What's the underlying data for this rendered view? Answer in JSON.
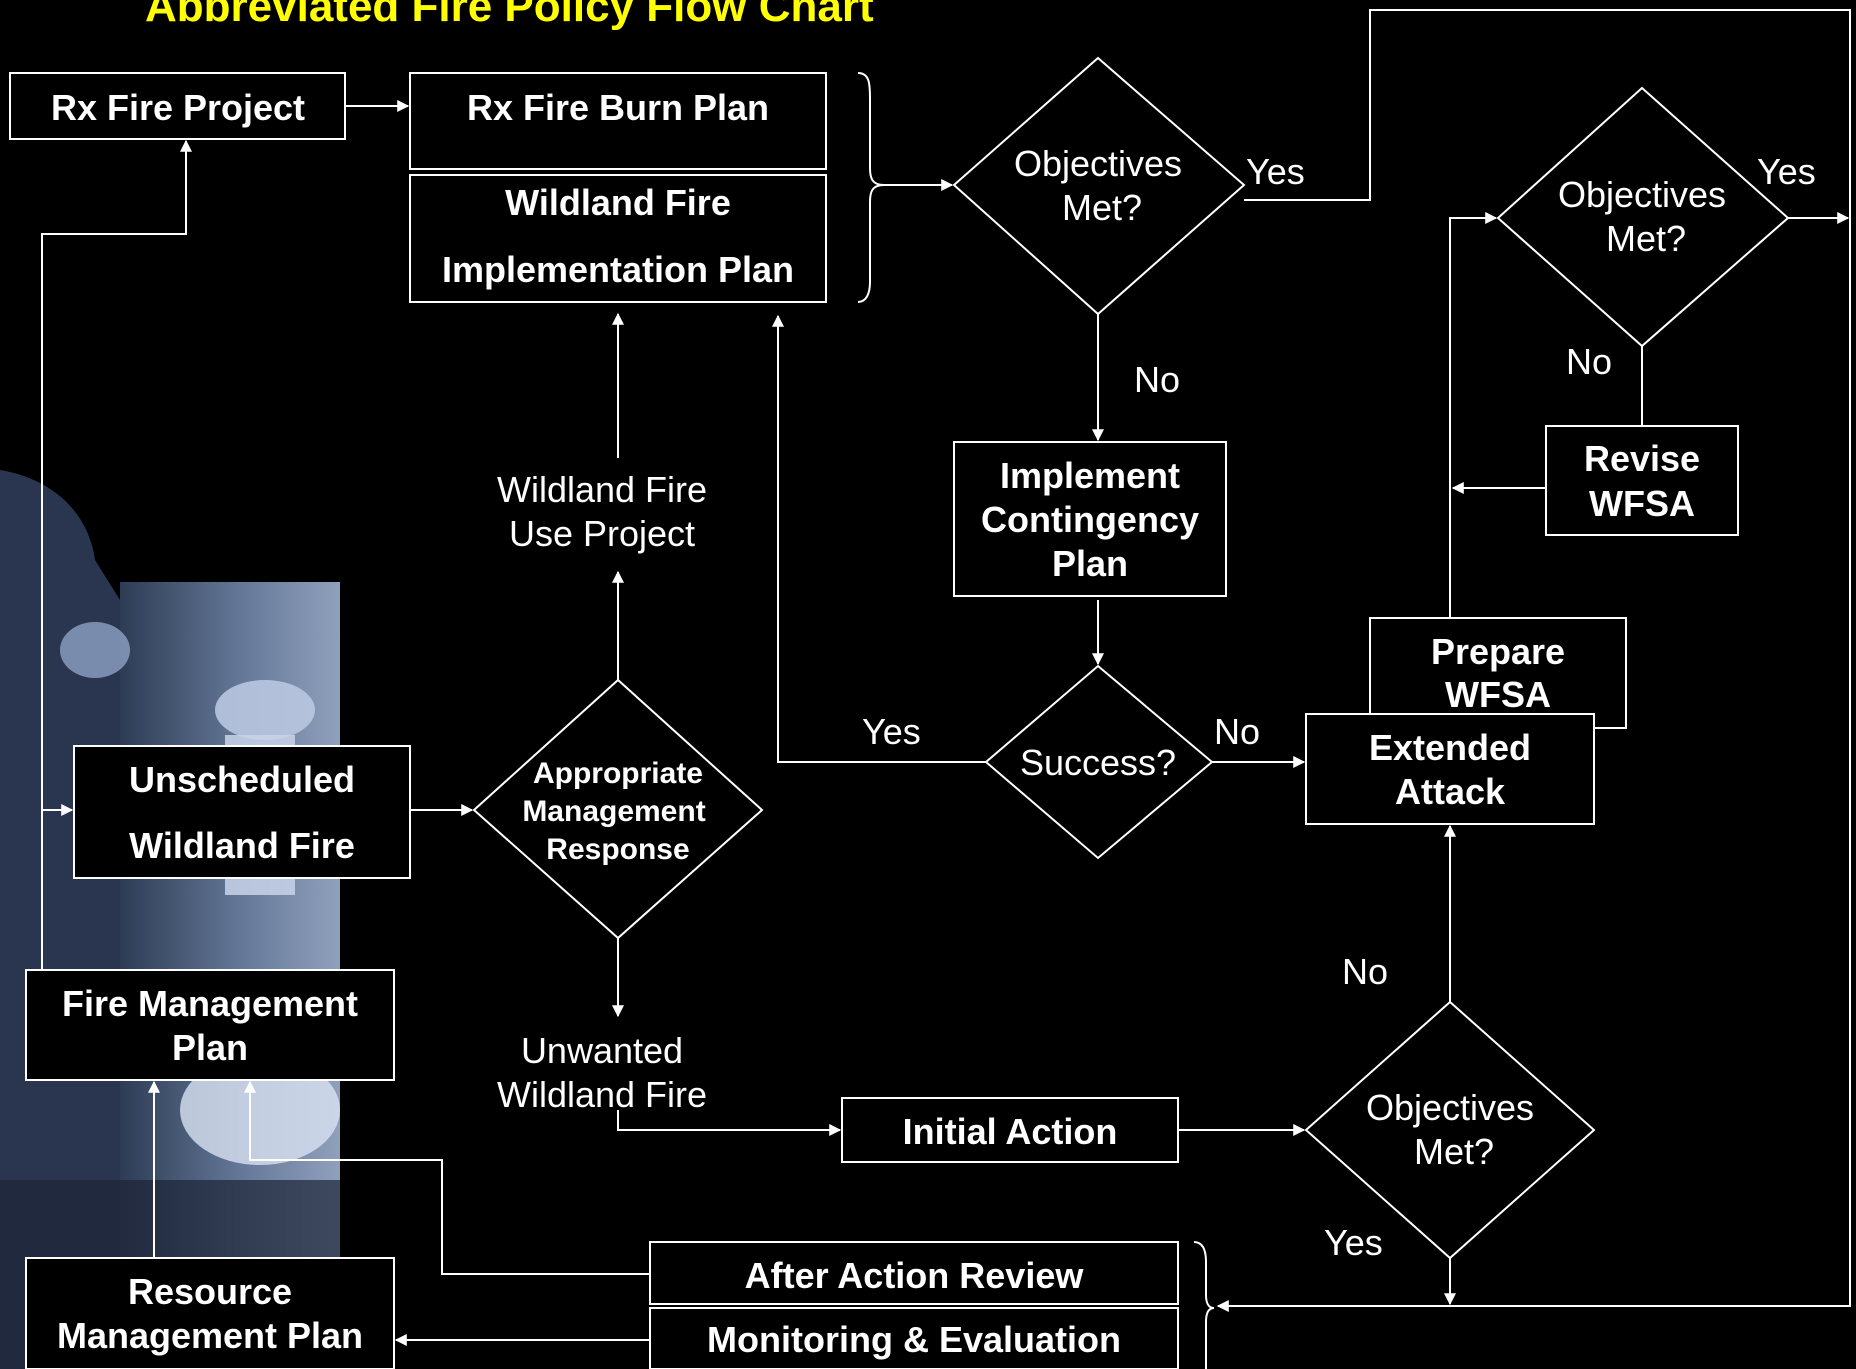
{
  "title": "Abbreviated Fire Policy Flow Chart",
  "colors": {
    "background": "#000000",
    "line": "#ffffff",
    "title": "#ffff00",
    "backdrop": "#6f85a8"
  },
  "backdrop": {
    "icon": "chess-pieces-photo"
  },
  "boxes": {
    "rx_fire_project": [
      "Rx Fire Project"
    ],
    "rx_fire_burn_plan": [
      "Rx Fire Burn Plan"
    ],
    "wildland_fire_impl_plan": [
      "Wildland Fire",
      "Implementation Plan"
    ],
    "implement_contingency_plan": [
      "Implement",
      "Contingency",
      "Plan"
    ],
    "revise_wfsa": [
      "Revise",
      "WFSA"
    ],
    "prepare_wfsa": [
      "Prepare",
      "WFSA"
    ],
    "extended_attack": [
      "Extended",
      "Attack"
    ],
    "unscheduled_wildland_fire": [
      "Unscheduled",
      "Wildland Fire"
    ],
    "fire_management_plan": [
      "Fire Management",
      "Plan"
    ],
    "initial_action": [
      "Initial Action"
    ],
    "resource_management_plan": [
      "Resource",
      "Management Plan"
    ],
    "after_action_review": [
      "After Action Review"
    ],
    "monitoring_evaluation": [
      "Monitoring & Evaluation"
    ]
  },
  "decisions": {
    "objectives_met_1": [
      "Objectives",
      "Met?"
    ],
    "objectives_met_2": [
      "Objectives",
      "Met?"
    ],
    "objectives_met_3": [
      "Objectives",
      "Met?"
    ],
    "success": [
      "Success?"
    ],
    "appropriate_management_response": [
      "Appropriate",
      "Management",
      "Response"
    ]
  },
  "labels": {
    "wfu_project": [
      "Wildland Fire",
      "Use Project"
    ],
    "unwanted_wildland_fire": [
      "Unwanted",
      "Wildland Fire"
    ],
    "yes": "Yes",
    "no": "No"
  }
}
